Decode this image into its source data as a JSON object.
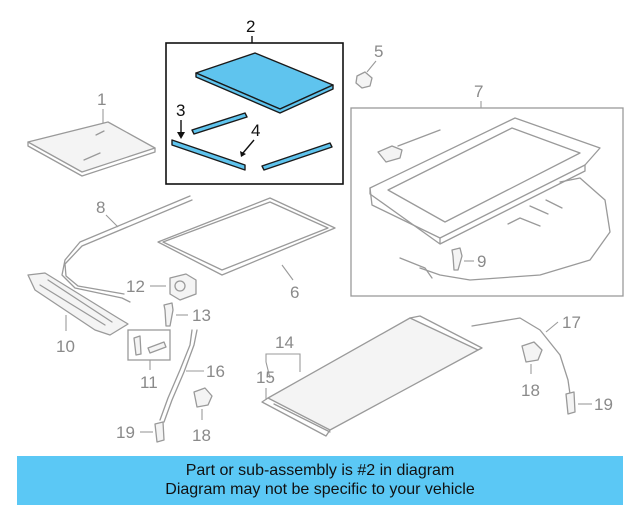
{
  "diagram": {
    "callouts": {
      "c1": "1",
      "c2": "2",
      "c3": "3",
      "c4": "4",
      "c5": "5",
      "c6": "6",
      "c7": "7",
      "c8": "8",
      "c9": "9",
      "c10": "10",
      "c11": "11",
      "c12": "12",
      "c13": "13",
      "c14": "14",
      "c15": "15",
      "c16": "16",
      "c17": "17",
      "c18a": "18",
      "c18b": "18",
      "c19a": "19",
      "c19b": "19"
    },
    "highlight_color": "#5fc4ee"
  },
  "banner": {
    "line1": "Part or sub-assembly is #2 in diagram",
    "line2": "Diagram may not be specific to your vehicle",
    "color": "#5bc8f5"
  }
}
